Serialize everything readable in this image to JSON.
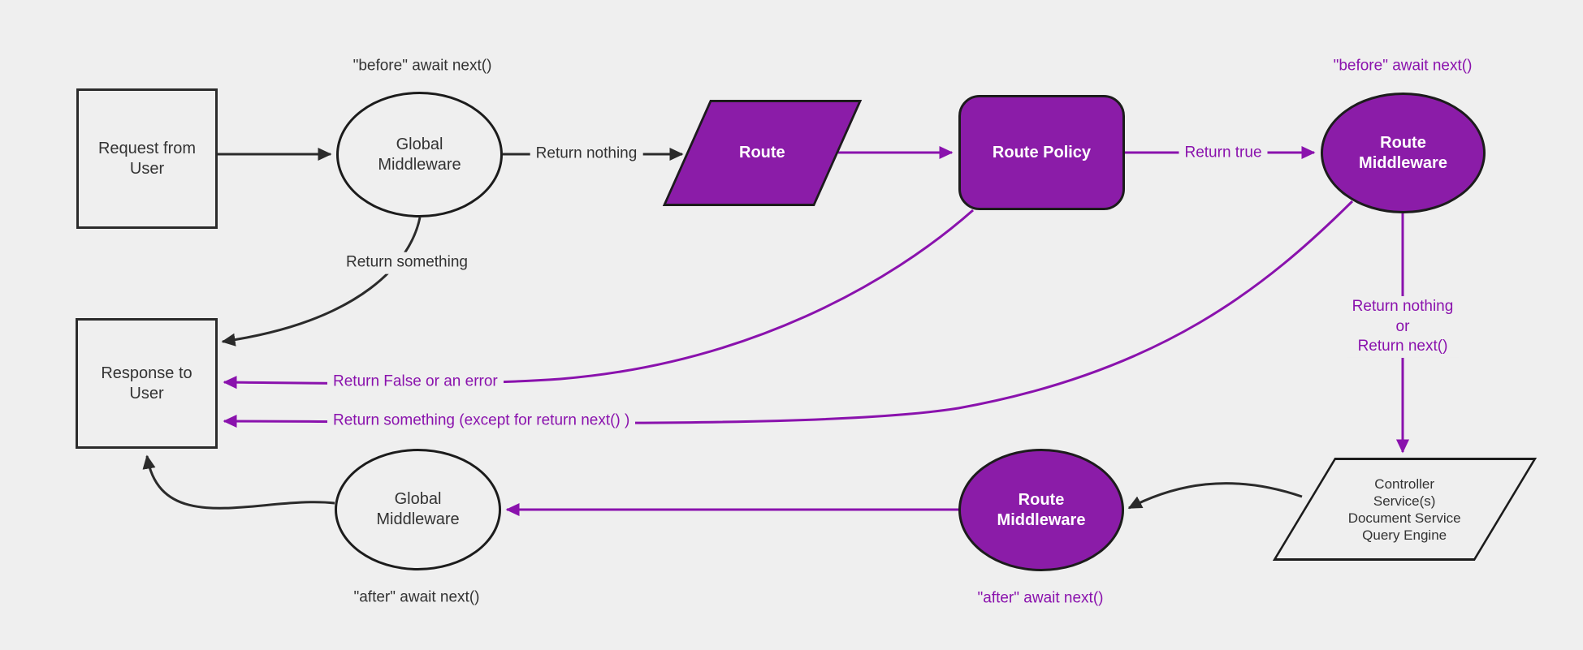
{
  "diagram": {
    "nodes": {
      "request": {
        "label": "Request from User"
      },
      "global_middleware_top": {
        "label": "Global Middleware"
      },
      "route": {
        "label": "Route"
      },
      "route_policy": {
        "label": "Route Policy"
      },
      "route_middleware_top": {
        "label": "Route Middleware"
      },
      "controller": {
        "lines": [
          "Controller",
          "Service(s)",
          "Document Service",
          "Query Engine"
        ]
      },
      "route_middleware_bottom": {
        "label": "Route Middleware"
      },
      "global_middleware_bottom": {
        "label": "Global Middleware"
      },
      "response": {
        "label": "Response to User"
      }
    },
    "edge_labels": {
      "before_await_black": "\"before\" await next()",
      "before_await_purple": "\"before\" await next()",
      "after_await_black": "\"after\" await next()",
      "after_await_purple": "\"after\" await next()",
      "return_nothing": "Return nothing",
      "return_something": "Return something",
      "return_true": "Return true",
      "return_false_error": "Return False or an error",
      "return_something_except": "Return something (except for return next() )",
      "return_nothing_or": {
        "line1": "Return nothing",
        "line2": "or",
        "line3": "Return next()"
      }
    },
    "colors": {
      "background": "#efefef",
      "purple_fill": "#8b1ca8",
      "purple_line": "#8a12ad",
      "dark_line": "#2b2b2b",
      "text_dark": "#333333",
      "text_light": "#ffffff"
    }
  }
}
